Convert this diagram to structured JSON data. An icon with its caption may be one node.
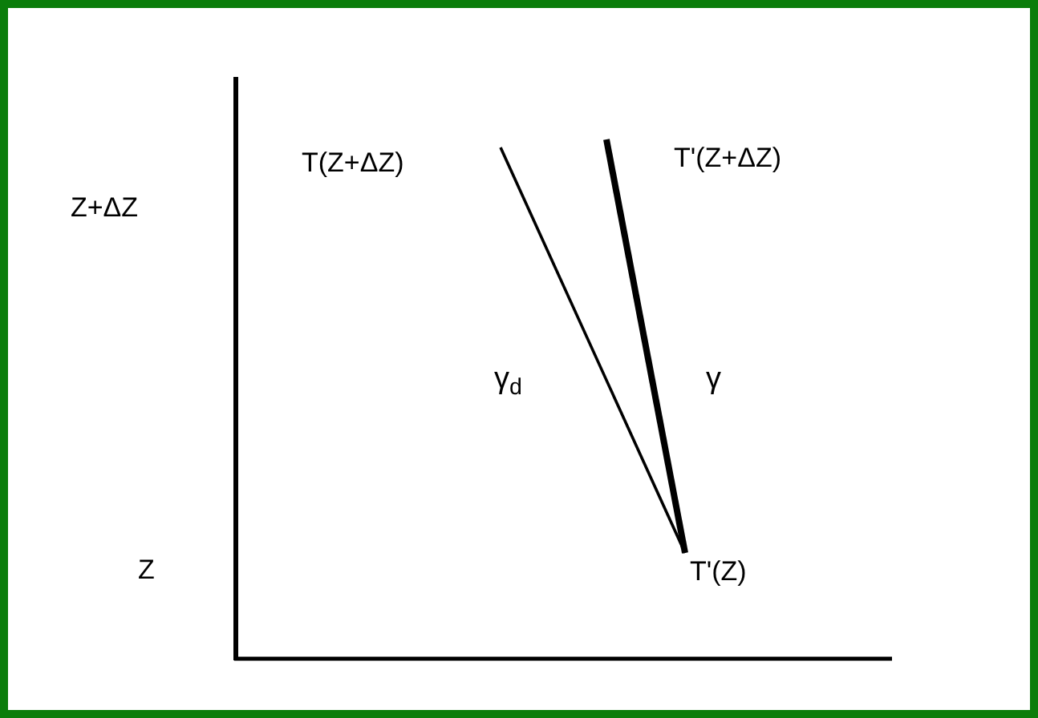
{
  "diagram": {
    "nodes": [
      {
        "text": [
          "T(Z+ΔZ)"
        ]
      },
      {
        "text": [
          "T'(Z+ΔZ)"
        ]
      },
      {
        "text": [
          "T'(Z)"
        ]
      }
    ],
    "edges": [
      {
        "from": 0,
        "to": 2,
        "arrow": "none",
        "label": "γ$_{d}$"
      },
      {
        "from": 1,
        "to": 2,
        "arrow": "none",
        "label": "γ",
        "style": "thick"
      }
    ],
    "labels": [
      "Z+ΔZ",
      "Z"
    ]
  }
}
